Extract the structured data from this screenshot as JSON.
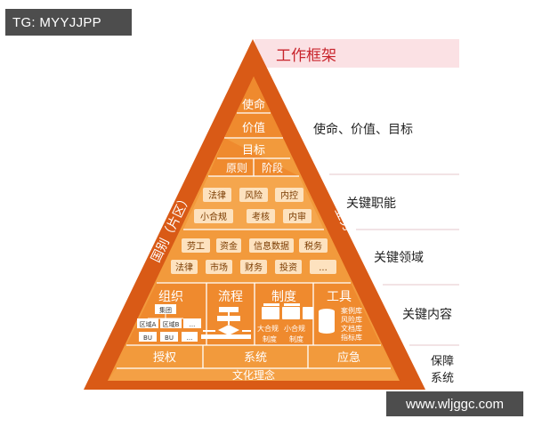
{
  "watermarks": {
    "top_left": "TG: MYYJJPP",
    "bottom_right": "www.wljggc.com"
  },
  "header": {
    "title": "工作框架"
  },
  "pyramid": {
    "side_left": "国别（片区）",
    "side_right": "业务",
    "apex": [
      "使命",
      "价值"
    ],
    "goal": "目标",
    "principle": "原则",
    "stage": "阶段",
    "row_a": [
      "法律",
      "风险",
      "内控"
    ],
    "row_b": [
      "小合规",
      "考核",
      "内审"
    ],
    "row_c": [
      "劳工",
      "资金",
      "信息数据",
      "税务"
    ],
    "row_d": [
      "法律",
      "市场",
      "财务",
      "投资",
      "..."
    ],
    "quad_titles": [
      "组织",
      "流程",
      "制度",
      "工具"
    ],
    "org_chart": {
      "top": "集团",
      "mid": [
        "区域A",
        "区域B",
        "..."
      ],
      "bottom": [
        "BU",
        "BU",
        "..."
      ]
    },
    "system_labels": [
      "大合规",
      "小合规",
      "制度",
      "制度"
    ],
    "tool_labels": [
      "案例库",
      "风险库",
      "文档库",
      "指标库"
    ],
    "base_row": [
      "授权",
      "系统",
      "应急"
    ],
    "foundation": "文化理念"
  },
  "right_labels": {
    "mission": "使命、价值、目标",
    "functions": "关键职能",
    "domains": "关键领域",
    "content": "关键内容",
    "guarantee_line1": "保障",
    "guarantee_line2": "系统"
  },
  "colors": {
    "dark_orange": "#d95a16",
    "mid_orange": "#ef8a2e",
    "light_orange": "#f7b35f",
    "tag_fill": "#fde2bf",
    "band_pink": "#fbe1e4",
    "title_red": "#c8242c"
  }
}
